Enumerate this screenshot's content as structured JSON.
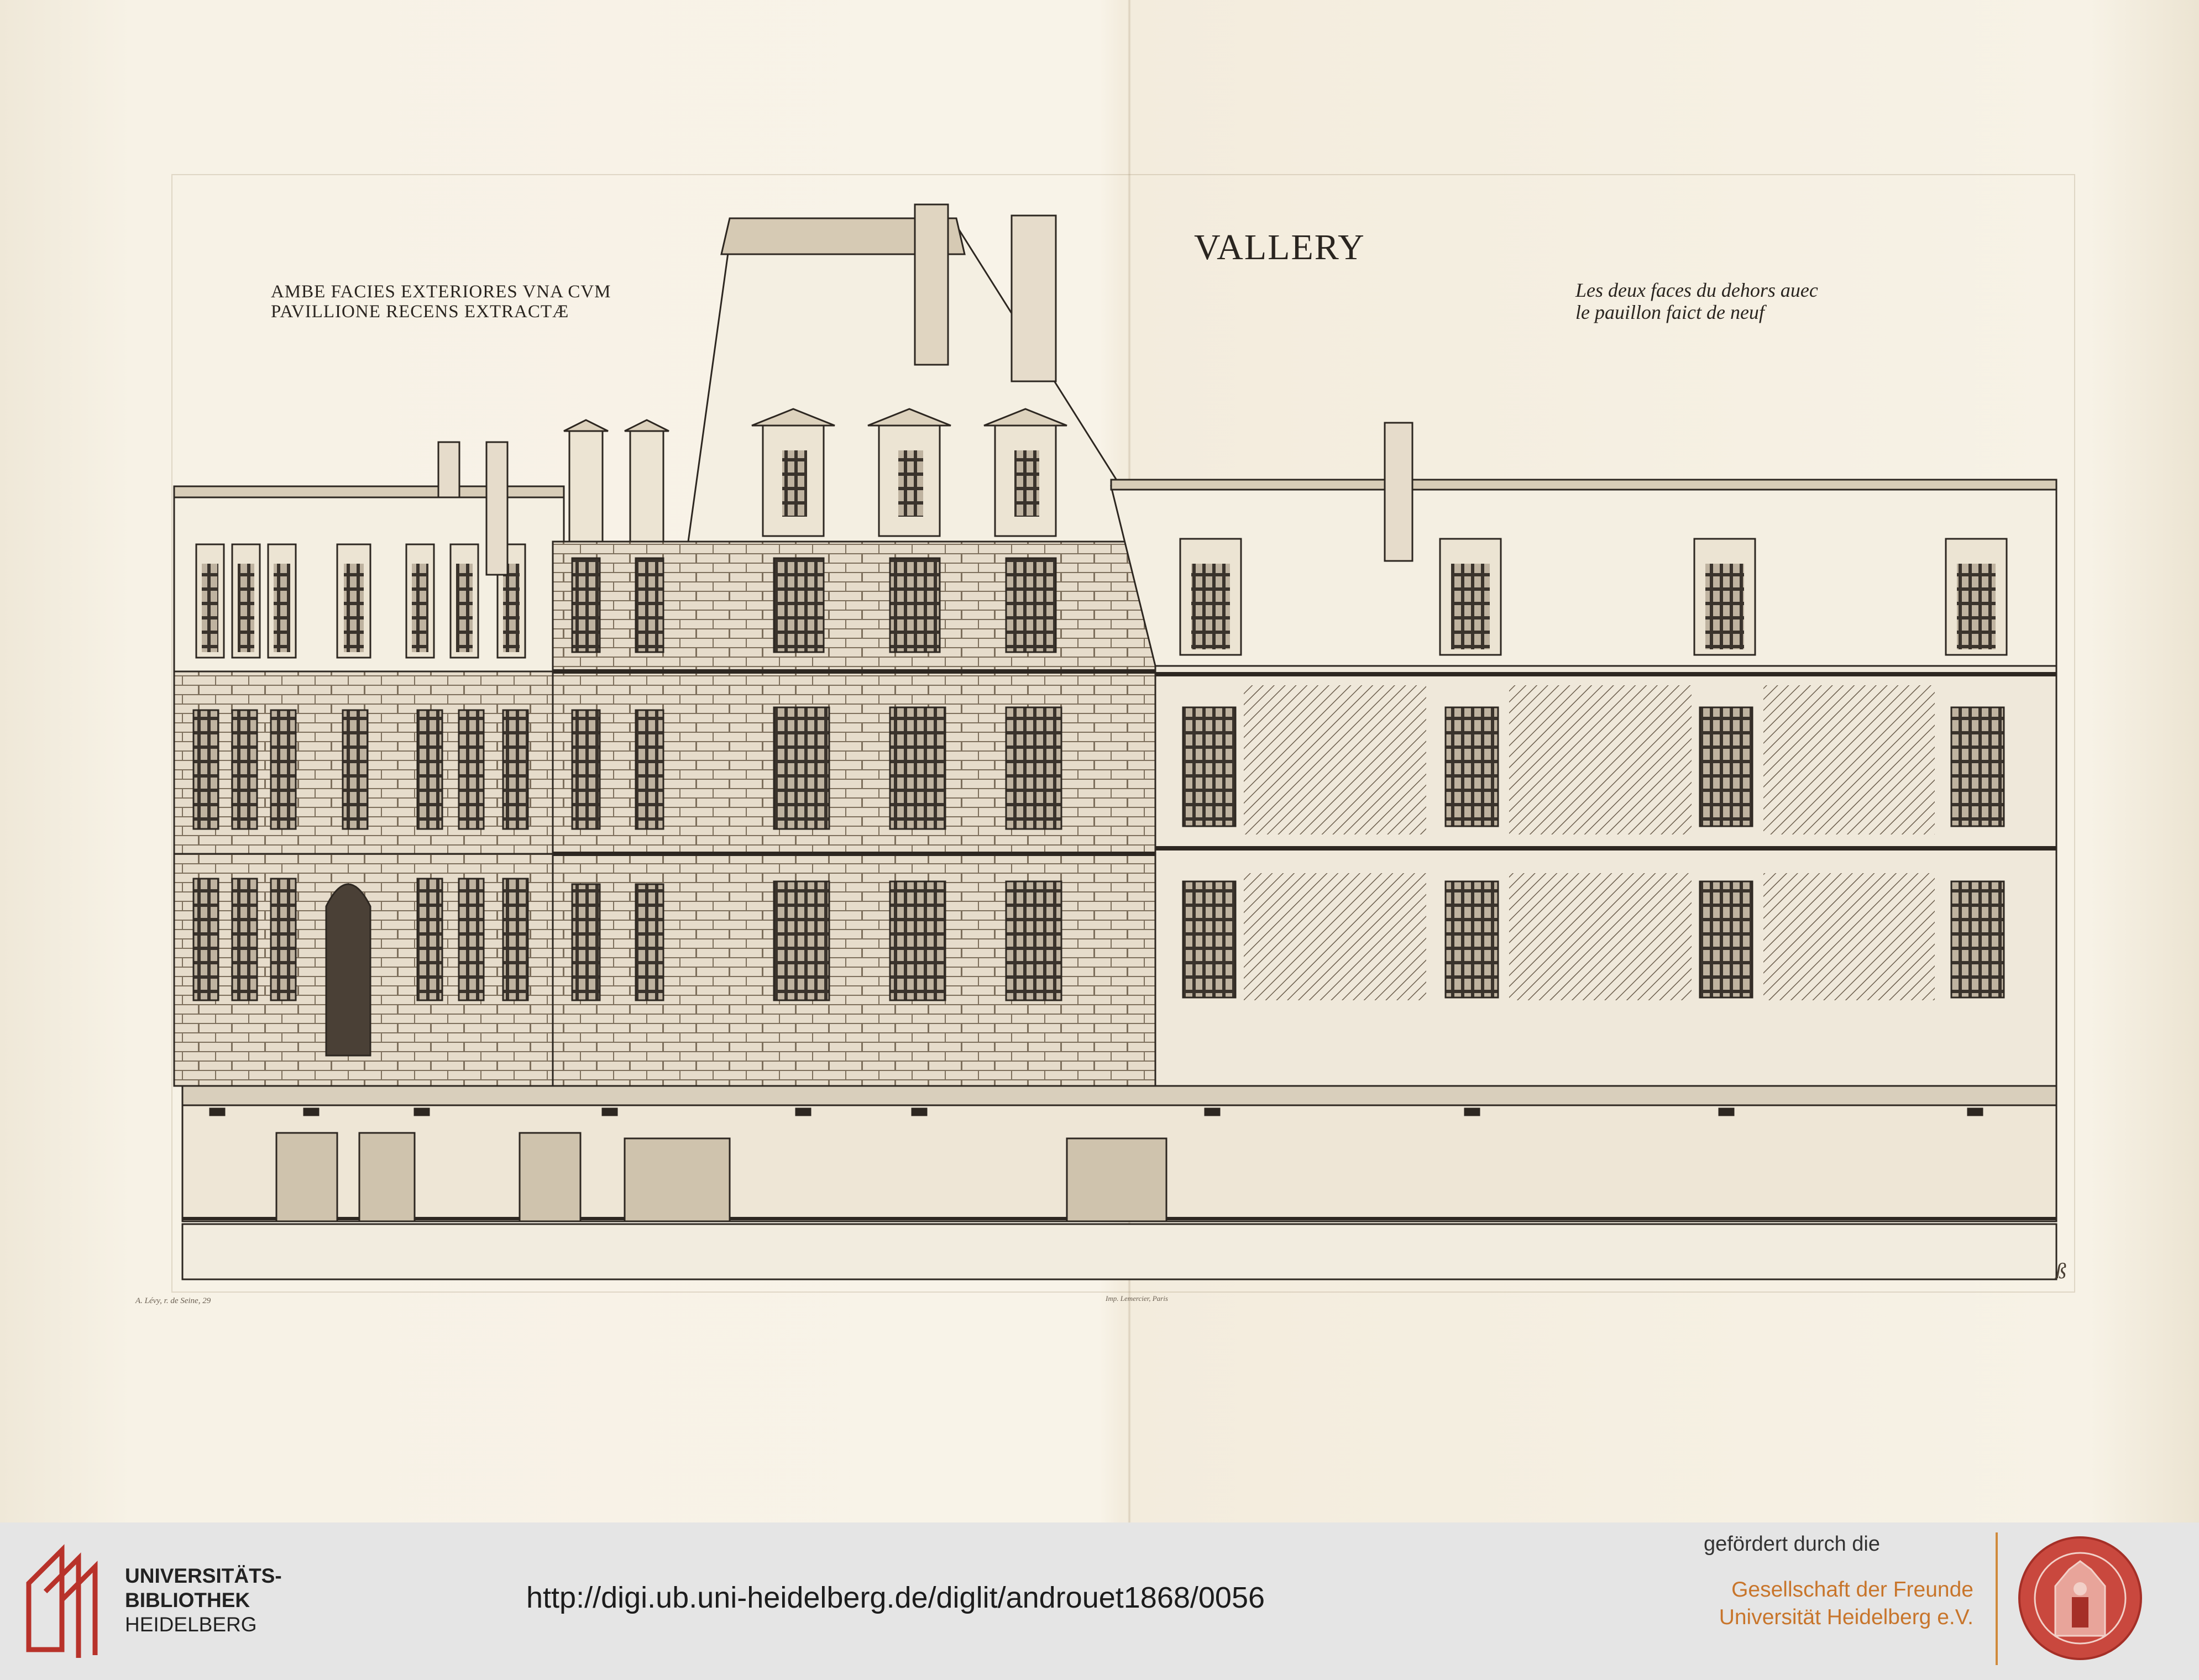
{
  "engraving": {
    "title": "VALLERY",
    "caption_latin": [
      "AMBE FACIES EXTERIORES VNA CVM",
      "PAVILLIONE RECENS EXTRACTÆ"
    ],
    "caption_french": [
      "Les deux faces du dehors auec",
      "le pauillon faict de neuf"
    ],
    "signature_left": "A. Lévy, r. de Seine, 29",
    "signature_middle": "Imp. Lemercier, Paris",
    "signature_right": "ß"
  },
  "footer": {
    "library_name": [
      "UNIVERSITÄTS-",
      "BIBLIOTHEK",
      "HEIDELBERG"
    ],
    "url": "http://digi.ub.uni-heidelberg.de/diglit/androuet1868/0056",
    "promoted_by": "gefördert durch die",
    "society": [
      "Gesellschaft der Freunde",
      "Universität Heidelberg e.V."
    ]
  },
  "colors": {
    "paper": "#f7f2e6",
    "ink": "#2a2520",
    "footer_bg": "#e5e5e5",
    "logo_red": "#b8322a",
    "society_orange": "#c8752b"
  },
  "icons": [
    "ub-logo-icon",
    "university-seal-icon"
  ]
}
